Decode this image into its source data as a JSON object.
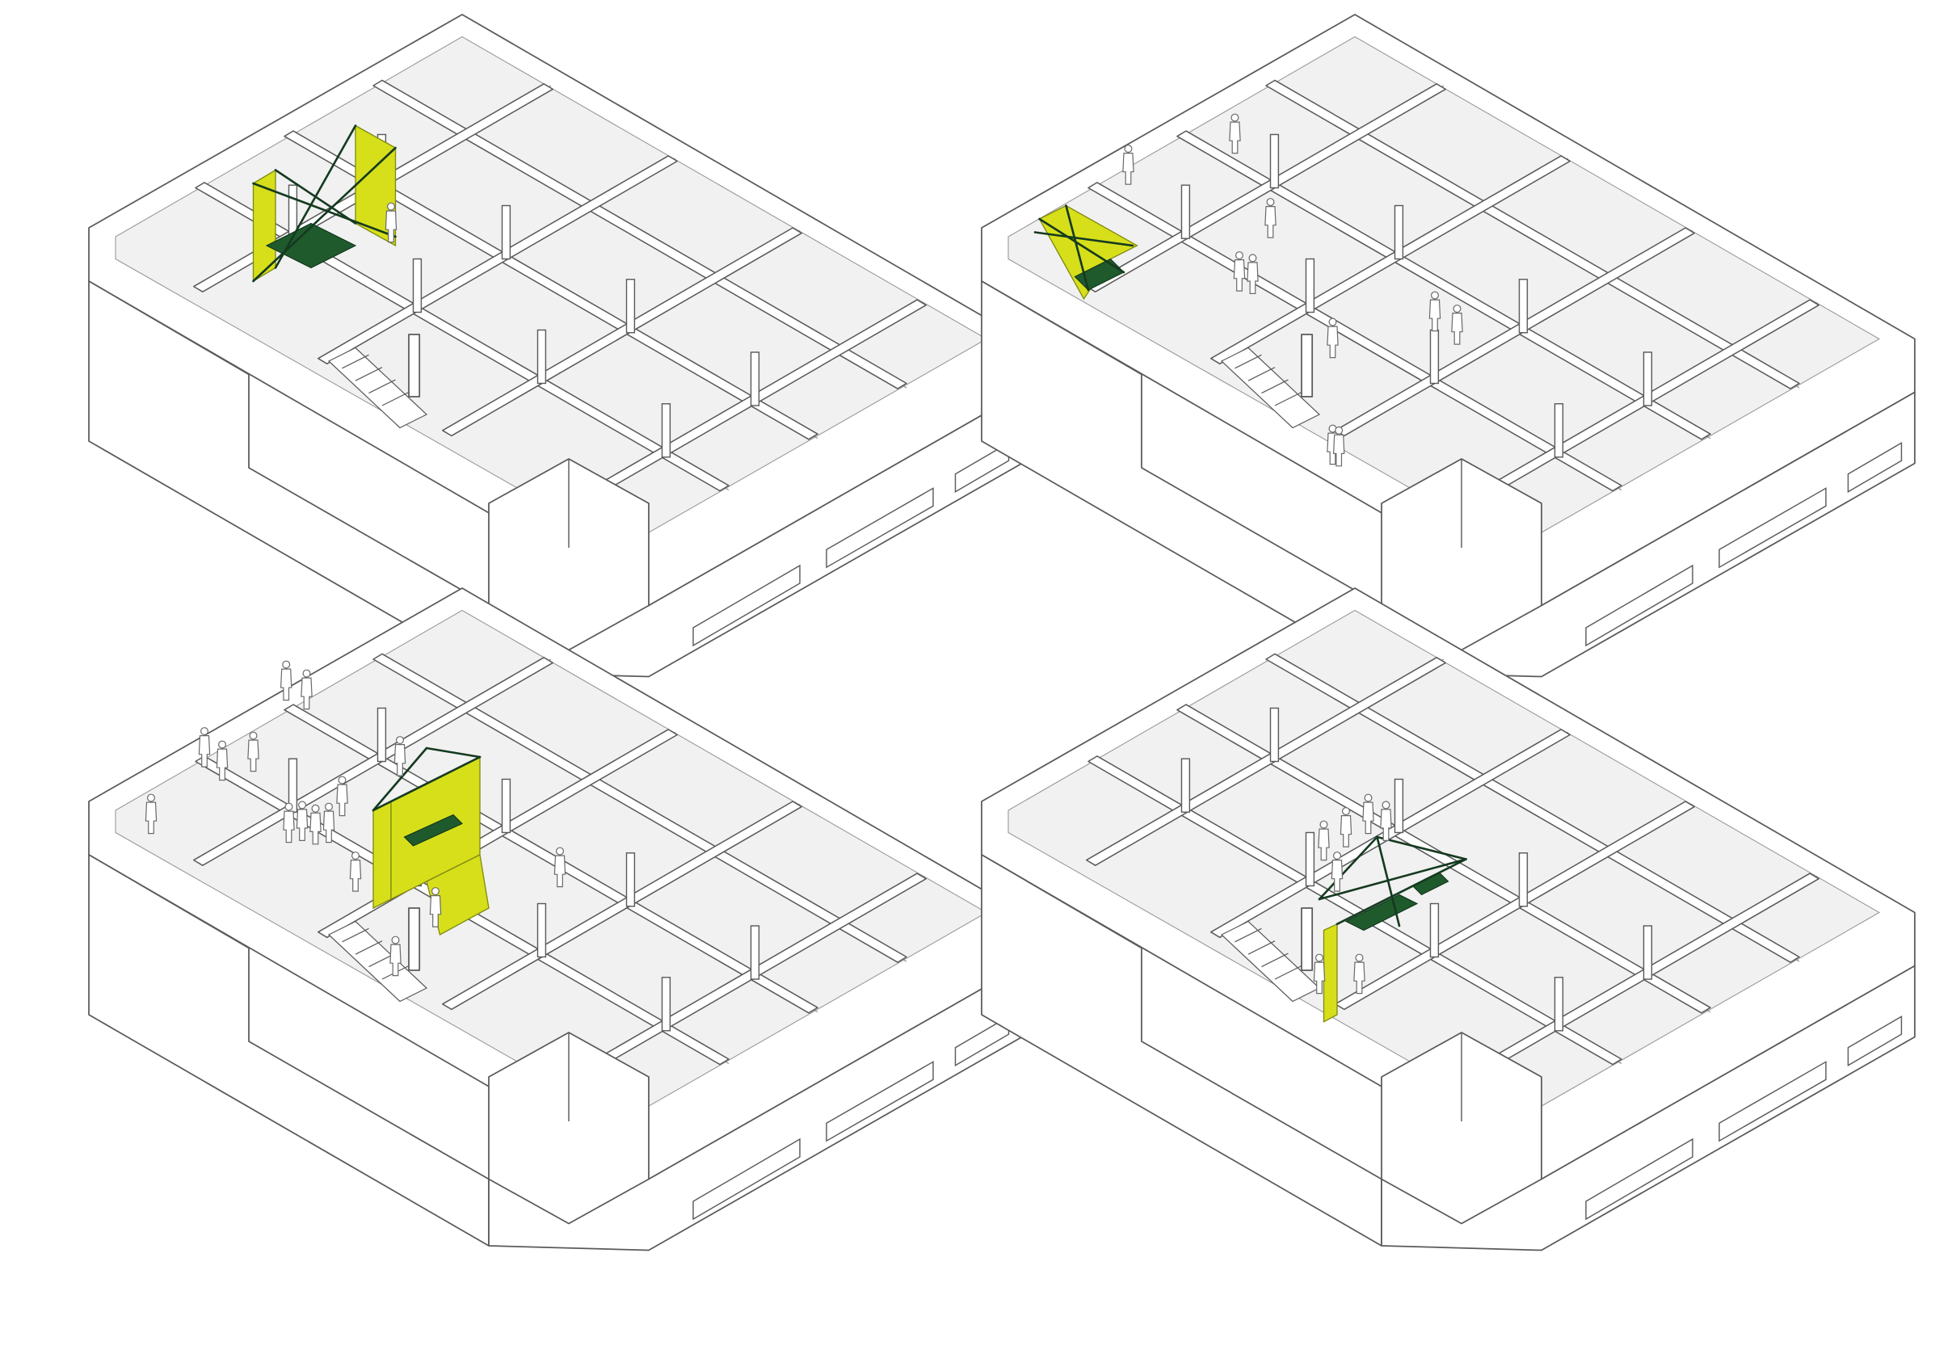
{
  "sheet": {
    "panels": [
      {
        "id": "top-left",
        "installation_color": "#d6df1a",
        "installation_dark": "#1f5a2d",
        "people_count": 1
      },
      {
        "id": "top-right",
        "installation_color": "#d6df1a",
        "installation_dark": "#1f5a2d",
        "people_count": 10
      },
      {
        "id": "bottom-left",
        "installation_color": "#d6df1a",
        "installation_dark": "#1f5a2d",
        "people_count": 16
      },
      {
        "id": "bottom-right",
        "installation_color": "#d6df1a",
        "installation_dark": "#1f5a2d",
        "people_count": 7
      }
    ],
    "colors": {
      "background": "#ffffff",
      "line": "#5a5a5a",
      "floor": "#f1f1f1",
      "installation_yellow": "#d6df1a",
      "installation_green": "#1f5a2d"
    }
  }
}
